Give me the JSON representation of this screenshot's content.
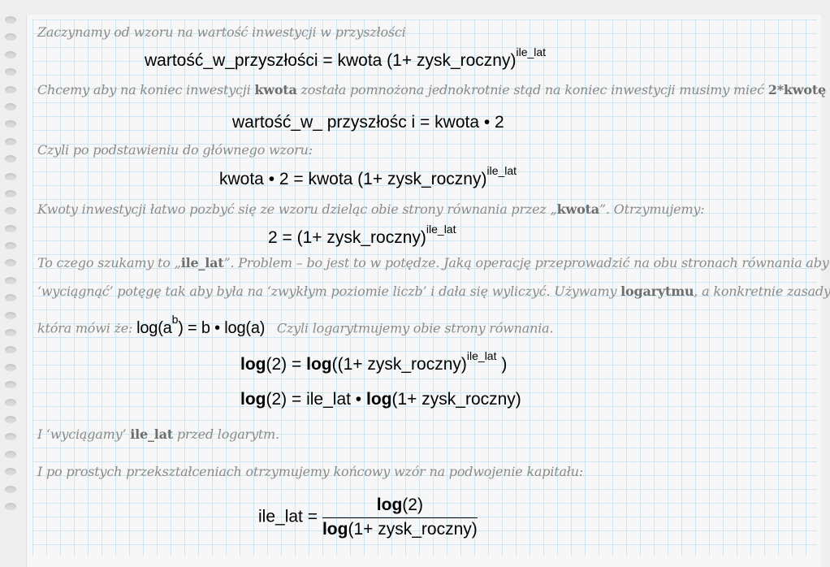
{
  "p1": "Zaczynamy od wzoru na wartość inwestycji w przyszłości",
  "f1": {
    "main": "wartość_w_przyszłości = kwota (1+ zysk_roczny)",
    "sup": "ile_lat"
  },
  "p2": {
    "a": "Chcemy aby na koniec inwestycji ",
    "b": "kwota",
    "c": " została pomnożona jednokrotnie stąd na koniec inwestycji musimy mieć ",
    "d": "2*kwotę"
  },
  "f2": "wartość_w_ przyszłośc i = kwota • 2",
  "p3": "Czyli po podstawieniu do głównego wzoru:",
  "f3": {
    "main": "kwota • 2 = kwota (1+ zysk_roczny)",
    "sup": "ile_lat"
  },
  "p4": {
    "a": "Kwoty inwestycji łatwo pozbyć się ze wzoru dzieląc obie strony równania przez „",
    "b": "kwota",
    "c": "”. Otrzymujemy:"
  },
  "f4": {
    "main": "2 = (1+ zysk_roczny)",
    "sup": "ile_lat"
  },
  "p5": {
    "a": "To czego szukamy to „",
    "b": "ile_lat",
    "c": "”. Problem – bo jest to w potędze. Jaką operację przeprowadzić na obu stronach równania aby"
  },
  "p6": {
    "a": "‘wyciągnąć’ potęgę tak aby była na ‘zwykłym poziomie liczb’ i dała się wyliczyć. Używamy ",
    "b": "logarytmu",
    "c": ", a konkretnie zasady"
  },
  "p7": {
    "a": "która mówi że: ",
    "f_log": "log(a",
    "f_sup": "b",
    "f_rest": ") = b • log(a)",
    "c": "Czyli logarytmujemy obie strony równania."
  },
  "f5": {
    "log1": "log",
    "a": "(2) = ",
    "log2": "log",
    "b": "((1+ zysk_roczny)",
    "sup": "ile_lat",
    "c": " )"
  },
  "f6": {
    "log1": "log",
    "a": "(2) = ile_lat • ",
    "log2": "log",
    "b": "(1+ zysk_roczny)"
  },
  "p8": {
    "a": "I ‘wyciągamy’ ",
    "b": "ile_lat",
    "c": " przed logarytm."
  },
  "p9": "I po prostych przekształceniach otrzymujemy końcowy wzór na podwojenie kapitału:",
  "f7": {
    "lhs": "ile_lat =",
    "num_log": "log",
    "num": "(2)",
    "den_log": "log",
    "den": "(1+ zysk_roczny)"
  }
}
